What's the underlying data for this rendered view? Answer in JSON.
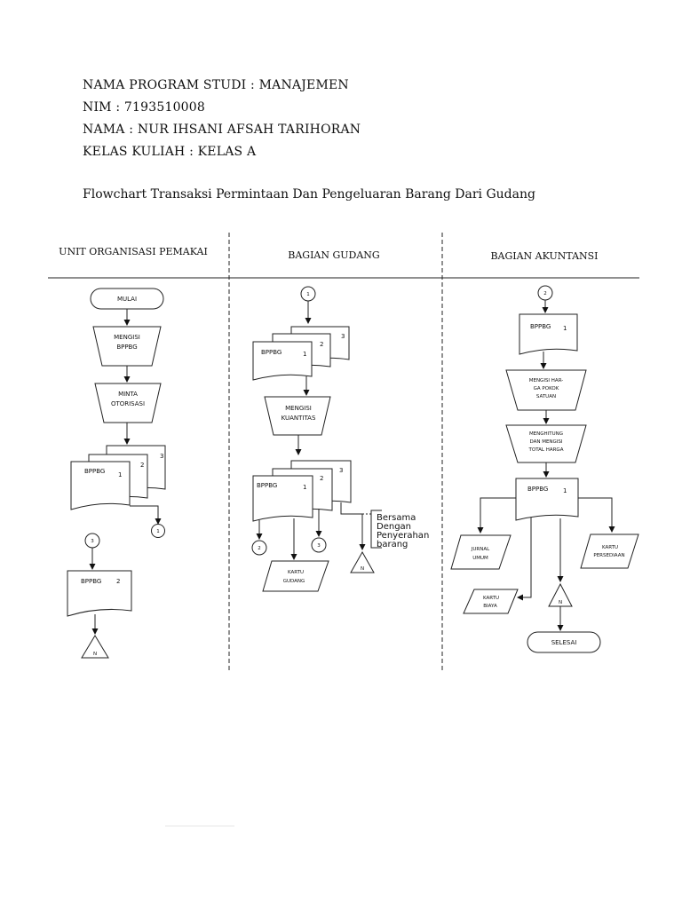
{
  "header": {
    "program": "NAMA PROGRAM STUDI : MANAJEMEN",
    "nim": "NIM : 7193510008",
    "nama": "NAMA : NUR IHSANI AFSAH TARIHORAN",
    "kelas": "KELAS KULIAH : KELAS A"
  },
  "caption": "Flowchart Transaksi Permintaan Dan Pengeluaran Barang Dari Gudang",
  "lanes": {
    "unit": "UNIT ORGANISASI PEMAKAI",
    "gudang": "BAGIAN GUDANG",
    "akuntansi": "BAGIAN AKUNTANSI"
  },
  "unit": {
    "start": "MULAI",
    "mengisi_1": "MENGISI",
    "mengisi_2": "BPPBG",
    "minta_1": "MINTA",
    "minta_2": "OTORISASI",
    "doc": "BPPBG",
    "n1": "1",
    "n2": "2",
    "n3": "3",
    "conn_out": "1",
    "conn_in": "3",
    "doc2": "BPPBG",
    "doc2_n": "2",
    "file": "N"
  },
  "gudang": {
    "conn_in": "1",
    "doc": "BPPBG",
    "n1": "1",
    "n2": "2",
    "n3": "3",
    "proc_1": "MENGISI",
    "proc_2": "KUANTITAS",
    "doc2": "BPPBG",
    "doc2_n1": "1",
    "doc2_n2": "2",
    "doc2_n3": "3",
    "note_1": "Bersama",
    "note_2": "Dengan",
    "note_3": "Penyerahan",
    "note_4": "barang",
    "conn_out2": "2",
    "conn_out3": "3",
    "kartu_1": "KARTU",
    "kartu_2": "GUDANG",
    "file": "N"
  },
  "akuntansi": {
    "conn_in": "2",
    "doc": "BPPBG",
    "doc_n": "1",
    "proc1_1": "MENGISI HAR-",
    "proc1_2": "GA POKOK",
    "proc1_3": "SATUAN",
    "proc2_1": "MENGHITUNG",
    "proc2_2": "DAN MENGISI",
    "proc2_3": "TOTAL HARGA",
    "doc2": "BPPBG",
    "doc2_n": "1",
    "jurnal_1": "JURNAL",
    "jurnal_2": "UMUM",
    "persediaan_1": "KARTU",
    "persediaan_2": "PERSEDIAAN",
    "biaya_1": "KARTU",
    "biaya_2": "BIAYA",
    "file": "N",
    "end": "SELESAI"
  }
}
